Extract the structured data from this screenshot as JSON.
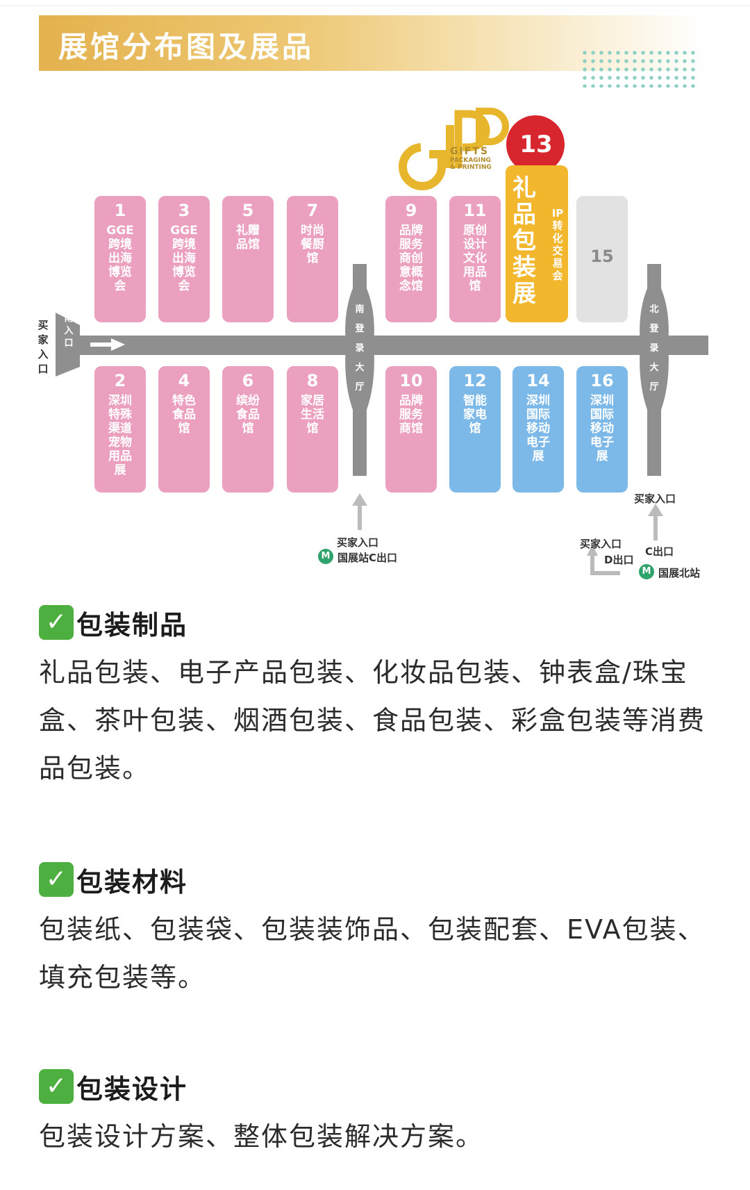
{
  "banner": {
    "title": "展馆分布图及展品"
  },
  "logo": {
    "initials": "GIPP",
    "line1": "GIFTS",
    "line2": "PACKAGING",
    "line3": "& PRINTING"
  },
  "highlight": {
    "number": "13"
  },
  "halls_top": [
    {
      "num": "1",
      "text": "GGE跨境出海博览会",
      "color": "pink"
    },
    {
      "num": "3",
      "text": "GGE跨境出海博览会",
      "color": "pink"
    },
    {
      "num": "5",
      "text": "礼赠品馆",
      "color": "pink"
    },
    {
      "num": "7",
      "text": "时尚餐厨馆",
      "color": "pink"
    },
    {
      "num": "9",
      "text": "品牌服务商创意概念馆",
      "color": "pink"
    },
    {
      "num": "11",
      "text": "原创设计文化用品馆",
      "color": "pink"
    },
    {
      "num": "",
      "text": "礼品包装展",
      "sub": "IP转化交易会",
      "color": "gold"
    },
    {
      "num": "15",
      "text": "",
      "color": "gray"
    }
  ],
  "halls_bottom": [
    {
      "num": "2",
      "text": "深圳特殊渠道宠物用品展",
      "color": "pink"
    },
    {
      "num": "4",
      "text": "特色食品馆",
      "color": "pink"
    },
    {
      "num": "6",
      "text": "缤纷食品馆",
      "color": "pink"
    },
    {
      "num": "8",
      "text": "家居生活馆",
      "color": "pink"
    },
    {
      "num": "10",
      "text": "品牌服务商馆",
      "color": "pink"
    },
    {
      "num": "12",
      "text": "智能家电馆",
      "color": "blue"
    },
    {
      "num": "14",
      "text": "深圳国际移动电子展",
      "color": "blue"
    },
    {
      "num": "16",
      "text": "深圳国际移动电子展",
      "color": "blue"
    }
  ],
  "map_labels": {
    "buyer_entrance_vertical": "买家入口",
    "south_entrance": "南入口",
    "south_hall": "南登录大厅",
    "north_hall": "北登录大厅",
    "buyer_entrance": "买家入口",
    "metro_c": "国展站C出口",
    "d_exit": "D出口",
    "c_exit": "C出口",
    "metro_north": "国展北站",
    "metro_icon": "M"
  },
  "sections": [
    {
      "title": "包装制品",
      "body": "礼品包装、电子产品包装、化妆品包装、钟表盒/珠宝盒、茶叶包装、烟酒包装、食品包装、彩盒包装等消费品包装。"
    },
    {
      "title": "包装材料",
      "body": "包装纸、包装袋、包装装饰品、包装配套、EVA包装、填充包装等。"
    },
    {
      "title": "包装设计",
      "body": "包装设计方案、整体包装解决方案。"
    }
  ],
  "check_icon": "✓",
  "colors": {
    "pink": "#eca0c0",
    "blue": "#7cb9e8",
    "gold": "#f3b72d",
    "gray": "#e2e2e2",
    "red": "#d7262e",
    "road": "#8f8f8f"
  }
}
